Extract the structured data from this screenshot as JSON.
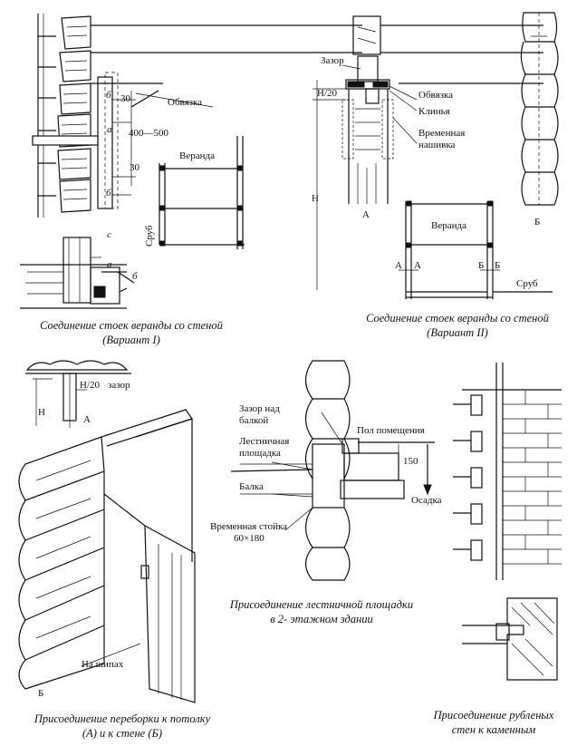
{
  "captions": {
    "fig1": {
      "line1": "Соединение стоек веранды со стеной",
      "line2": "(Вариант I)"
    },
    "fig2": {
      "line1": "Соединение стоек веранды со стеной",
      "line2": "(Вариант II)"
    },
    "fig3": {
      "line1": "Присоединение переборки к потолку",
      "line2": "(А) и к стене (Б)"
    },
    "fig4": {
      "line1": "Присоединение лестничной площадки",
      "line2": "в 2- этажном здании"
    },
    "fig5": {
      "line1": "Присоединение рубленых",
      "line2": "стен к каменным"
    }
  },
  "fig1": {
    "obvyazka": "Обвязка",
    "dim30a": "30",
    "dim400": "400—500",
    "dim30b": "30",
    "b_top": "б",
    "a_mid": "а",
    "b_low": "б",
    "veranda": "Веранда",
    "sruba": "Сруб",
    "c_lbl": "с",
    "a_det": "а",
    "b_det": "б"
  },
  "fig2": {
    "zazor": "Зазор",
    "h20": "H/20",
    "obvyazka": "Обвязка",
    "klinya": "Клинья",
    "nashivka1": "Временная",
    "nashivka2": "нашивка",
    "H": "H",
    "A": "А",
    "B": "Б",
    "veranda": "Веранда",
    "A_left1": "А",
    "A_left2": "А",
    "B_right1": "Б",
    "B_right2": "Б",
    "sruba": "Сруб"
  },
  "fig3": {
    "h20": "H/20",
    "zazor": "зазор",
    "H": "H",
    "A": "А",
    "B": "Б",
    "na_shipah": "На шипах"
  },
  "fig4": {
    "zazor1": "Зазор над",
    "zazor2": "балкой",
    "pol": "Пол помещения",
    "lest1": "Лестничная",
    "lest2": "площадка",
    "dim150": "150",
    "balka": "Балка",
    "osadka": "Осадка",
    "stoyka1": "Временная стойка",
    "stoyka2": "60×180"
  }
}
